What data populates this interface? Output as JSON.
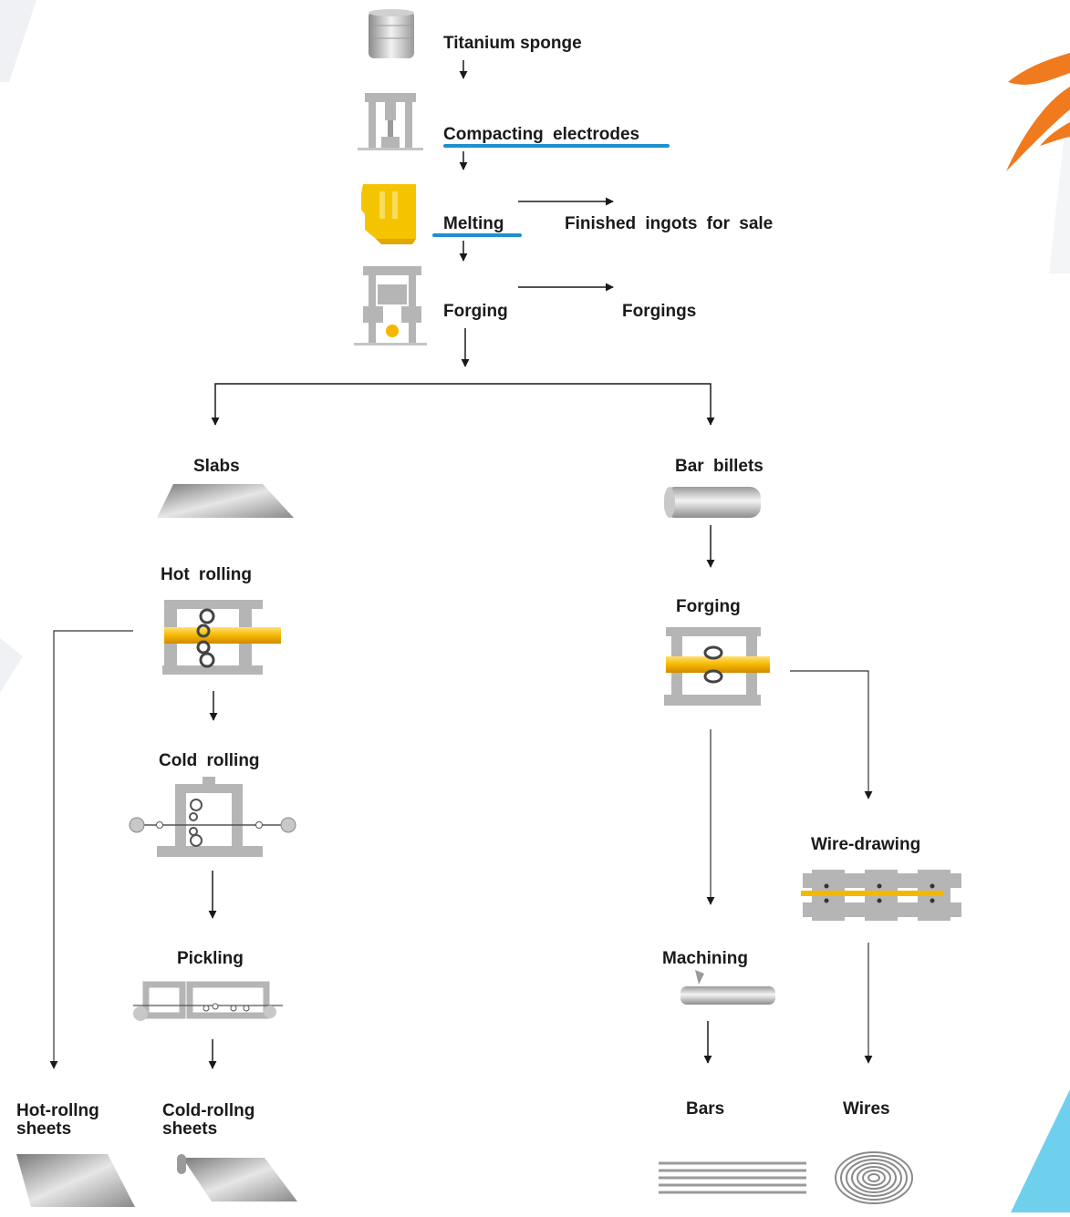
{
  "steps": {
    "sponge": "Titanium sponge",
    "compacting": "Compacting  electrodes",
    "melting": "Melting",
    "ingots": "Finished  ingots  for  sale",
    "forging_main": "Forging",
    "forgings": "Forgings",
    "slabs": "Slabs",
    "bar_billets": "Bar  billets",
    "hot_rolling": "Hot  rolling",
    "forging_bar": "Forging",
    "cold_rolling": "Cold  rolling",
    "wire_drawing": "Wire-drawing",
    "pickling": "Pickling",
    "machining": "Machining",
    "hot_rolling_sheets_1": "Hot-rollng",
    "hot_rolling_sheets_2": "sheets",
    "cold_rolling_sheets_1": "Cold-rollng",
    "cold_rolling_sheets_2": "sheets",
    "bars": "Bars",
    "wires": "Wires"
  },
  "colors": {
    "highlight_underline": "#1e90d0",
    "hot_metal": "#f5b800",
    "equipment_gray": "#b5b5b5",
    "logo_orange": "#f07a1e",
    "corner_cyan": "#6fd0ee"
  },
  "icons": [
    "titanium-sponge-icon",
    "press-icon",
    "melting-furnace-icon",
    "forging-press-icon",
    "slab-icon",
    "bar-billet-icon",
    "hot-rolling-mill-icon",
    "forging-mill-icon",
    "cold-rolling-mill-icon",
    "wire-drawing-icon",
    "pickling-line-icon",
    "machining-icon",
    "sheet-icon",
    "rolled-sheet-icon",
    "bars-icon",
    "wire-coil-icon"
  ]
}
